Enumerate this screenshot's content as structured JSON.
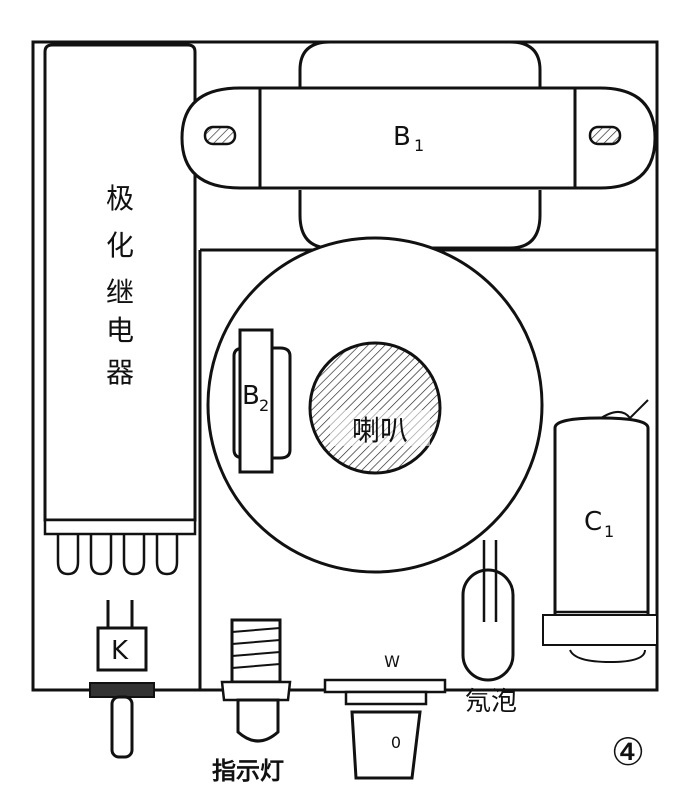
{
  "relay_label_chars": [
    "极",
    "化",
    "继",
    "电",
    "器"
  ],
  "transformer_label": "B",
  "transformer_sub": "1",
  "choke_label": "B",
  "choke_sub": "2",
  "speaker_label": "喇叭",
  "capacitor_label": "C",
  "capacitor_sub": "1",
  "switch_label": "K",
  "indicator_label": "指示灯",
  "pot_label": "W",
  "pot_knob_mark": "0",
  "neon_label": "氖泡",
  "figure_number": "④"
}
